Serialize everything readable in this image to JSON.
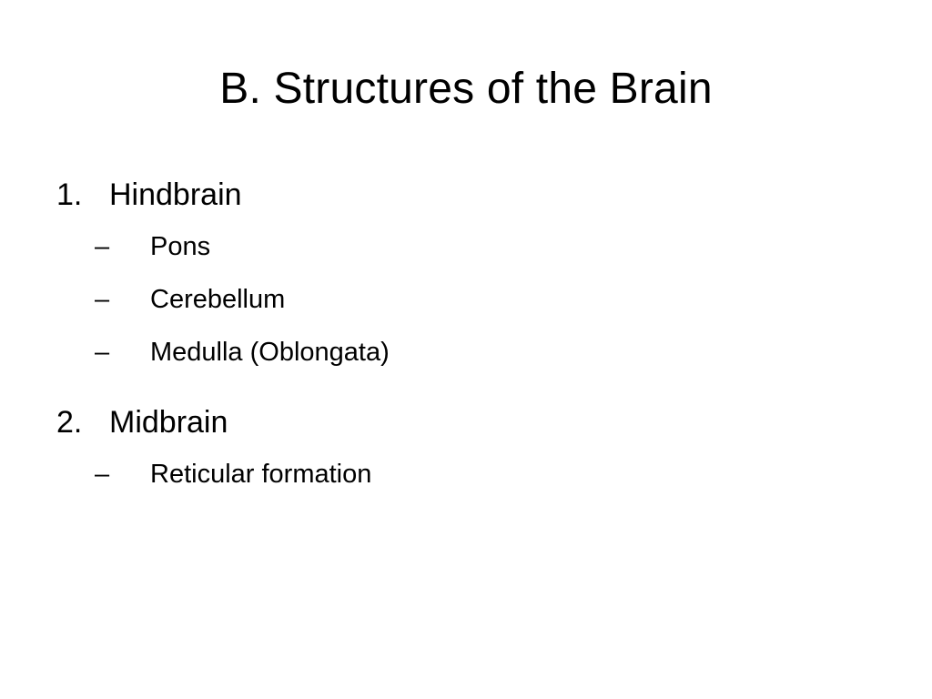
{
  "slide": {
    "title": "B. Structures of the Brain",
    "items": [
      {
        "number": "1.",
        "label": "Hindbrain",
        "subitems": [
          {
            "bullet": "–",
            "label": "Pons"
          },
          {
            "bullet": "–",
            "label": "Cerebellum"
          },
          {
            "bullet": "–",
            "label": "Medulla (Oblongata)"
          }
        ]
      },
      {
        "number": "2.",
        "label": "Midbrain",
        "subitems": [
          {
            "bullet": "–",
            "label": "Reticular formation"
          }
        ]
      }
    ]
  }
}
